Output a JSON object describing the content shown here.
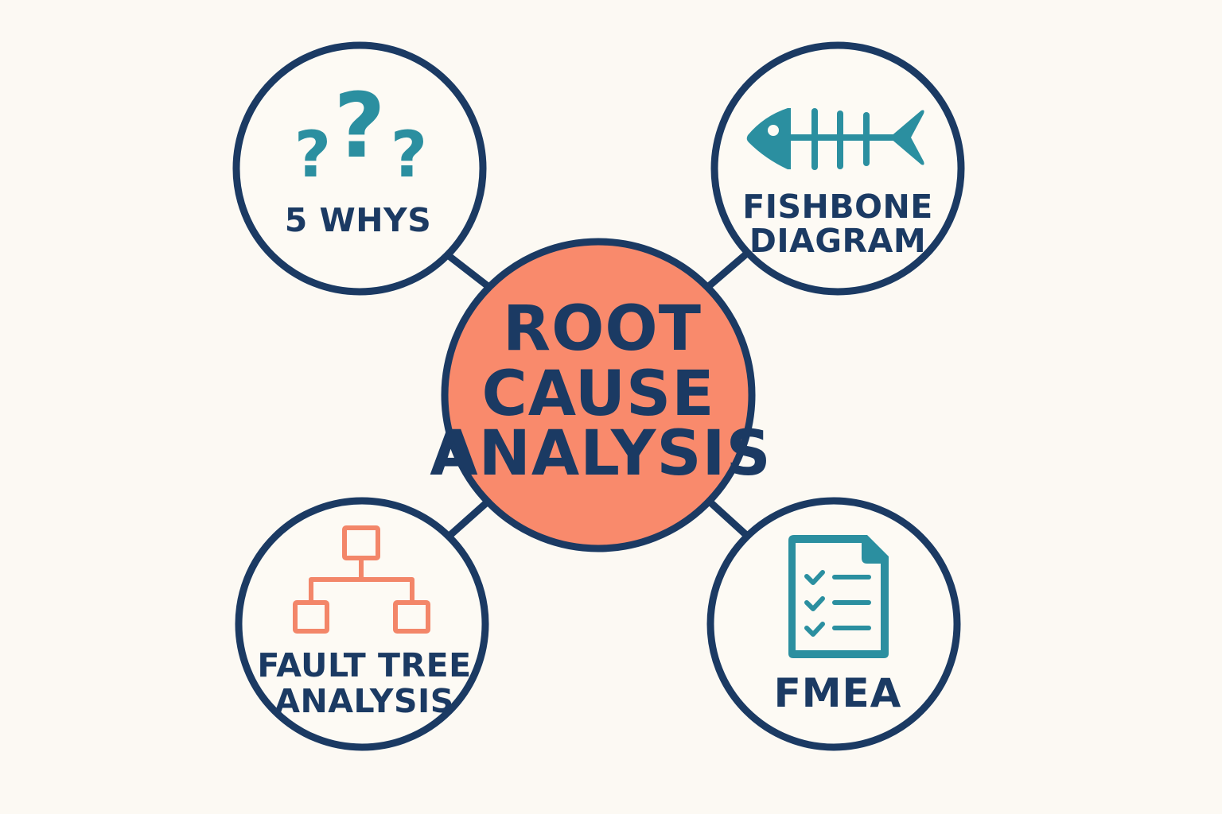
{
  "colors": {
    "background": "#fcf9f3",
    "outline": "#1b3a63",
    "center_fill": "#f98a6c",
    "teal": "#2b8fa0",
    "coral": "#f38669",
    "node_fill": "#fdfaf4"
  },
  "center": {
    "label_lines": [
      "ROOT",
      "CAUSE",
      "ANALYSIS"
    ]
  },
  "nodes": [
    {
      "id": "five-whys",
      "label_lines": [
        "5 WHYS"
      ],
      "icon": "question-marks-icon",
      "position": "top-left",
      "icon_glyphs": [
        "?",
        "?",
        "?"
      ]
    },
    {
      "id": "fishbone",
      "label_lines": [
        "FISHBONE",
        "DIAGRAM"
      ],
      "icon": "fishbone-icon",
      "position": "top-right"
    },
    {
      "id": "fault-tree",
      "label_lines": [
        "FAULT TREE",
        "ANALYSIS"
      ],
      "icon": "tree-hierarchy-icon",
      "position": "bottom-left"
    },
    {
      "id": "fmea",
      "label_lines": [
        "FMEA"
      ],
      "icon": "checklist-document-icon",
      "position": "bottom-right"
    }
  ]
}
